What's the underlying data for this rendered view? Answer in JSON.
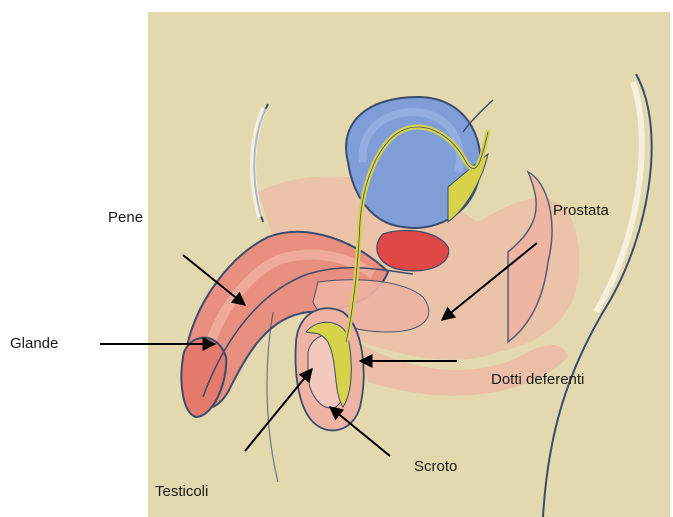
{
  "labels": {
    "pene": "Pene",
    "glande": "Glande",
    "prostata": "Prostata",
    "dotti_deferenti": "Dotti deferenti",
    "scroto": "Scroto",
    "testicoli": "Testicoli"
  },
  "colors": {
    "background_paper": "#e8dcb5",
    "bladder": "#7f9ed8",
    "prostate": "#e04848",
    "vas_deferens": "#d8d24a",
    "penis_tissue": "#e88f80",
    "skin_pink": "#efb3a3",
    "outline": "#3a4c6e",
    "arrow": "#000000"
  }
}
